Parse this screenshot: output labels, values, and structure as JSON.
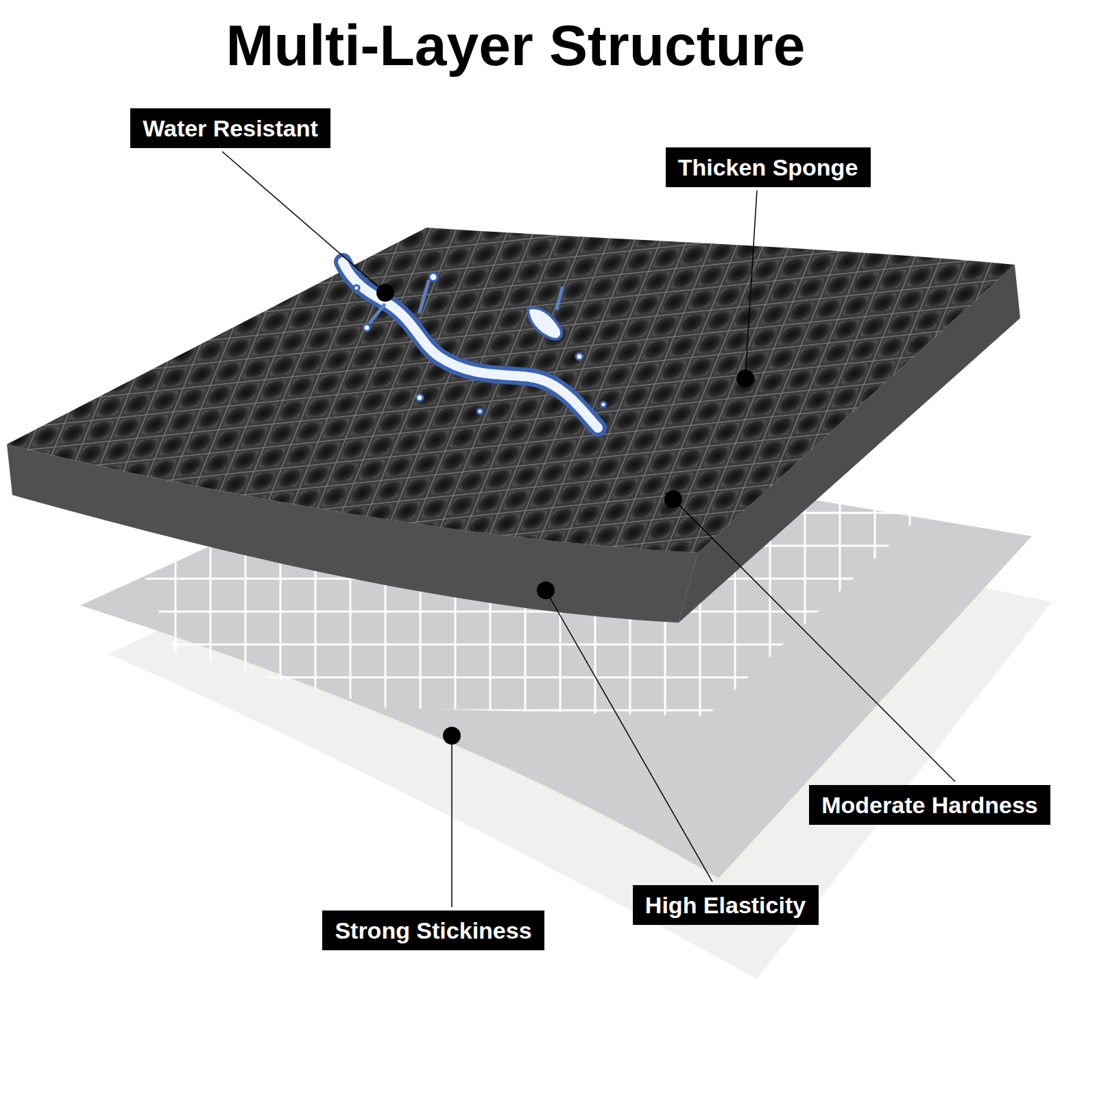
{
  "diagram": {
    "title": "Multi-Layer Structure",
    "nodes": [
      {
        "text": [
          "Water Resistant"
        ]
      },
      {
        "text": [
          "Thicken Sponge"
        ]
      },
      {
        "text": [
          "Moderate Hardness"
        ]
      },
      {
        "text": [
          "High Elasticity"
        ]
      },
      {
        "text": [
          "Strong Stickiness"
        ]
      }
    ]
  }
}
